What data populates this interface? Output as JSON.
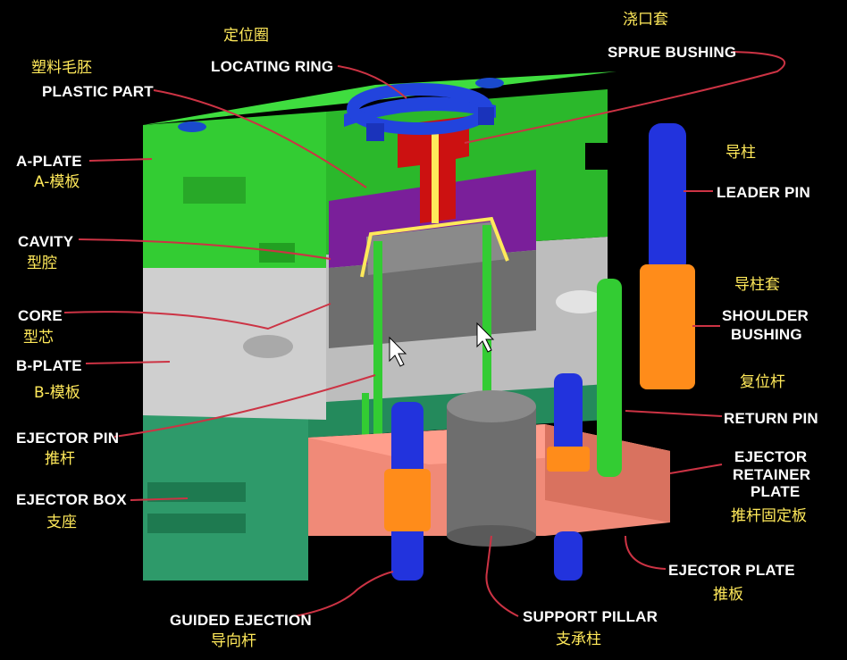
{
  "labels": {
    "sprue_bushing": {
      "en": "SPRUE BUSHING",
      "zh": "浇口套"
    },
    "locating_ring": {
      "en": "LOCATING RING",
      "zh": "定位圈"
    },
    "plastic_part": {
      "en": "PLASTIC PART",
      "zh": "塑料毛胚"
    },
    "a_plate": {
      "en": "A-PLATE",
      "zh": "A-模板"
    },
    "cavity": {
      "en": "CAVITY",
      "zh": "型腔"
    },
    "core": {
      "en": "CORE",
      "zh": "型芯"
    },
    "b_plate": {
      "en": "B-PLATE",
      "zh": "B-模板"
    },
    "ejector_pin": {
      "en": "EJECTOR PIN",
      "zh": "推杆"
    },
    "ejector_box": {
      "en": "EJECTOR BOX",
      "zh": "支座"
    },
    "leader_pin": {
      "en": "LEADER PIN",
      "zh": "导柱"
    },
    "shoulder_bushing": {
      "en1": "SHOULDER",
      "en2": "BUSHING",
      "zh": "导柱套"
    },
    "return_pin": {
      "en": "RETURN PIN",
      "zh": "复位杆"
    },
    "ejector_retainer_plate": {
      "en1": "EJECTOR",
      "en2": "RETAINER",
      "en3": "PLATE",
      "zh": "推杆固定板"
    },
    "ejector_plate": {
      "en": "EJECTOR PLATE",
      "zh": "推板"
    },
    "guided_ejection": {
      "en": "GUIDED EJECTION",
      "zh": "导向杆"
    },
    "support_pillar": {
      "en": "SUPPORT PILLAR",
      "zh": "支承柱"
    }
  },
  "colors": {
    "background": "#000000",
    "a_plate": "#33cc33",
    "cavity": "#7a1f9a",
    "core": "#6e6e6e",
    "b_plate": "#cccccc",
    "ejector_box": "#2e9a6a",
    "ejector_plates": "#f08a78",
    "sprue": "#cc1111",
    "locating_ring": "#2244dd",
    "leader_pin": "#2233dd",
    "bushing": "#ff8c1a",
    "leader_line": "#cc3344",
    "english_text": "#ffffff",
    "chinese_text": "#ffe95a"
  }
}
